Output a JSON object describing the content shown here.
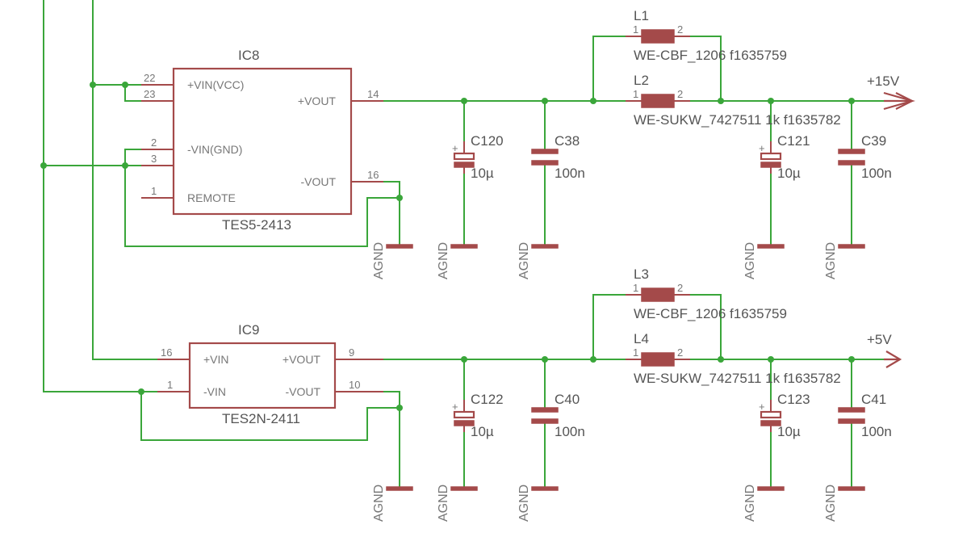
{
  "ic8": {
    "name": "IC8",
    "value": "TES5-2413",
    "pins": [
      {
        "num": "22",
        "label": "+VIN(VCC)"
      },
      {
        "num": "23",
        "label": ""
      },
      {
        "num": "2",
        "label": "-VIN(GND)"
      },
      {
        "num": "3",
        "label": ""
      },
      {
        "num": "1",
        "label": "REMOTE"
      },
      {
        "num": "14",
        "label": "+VOUT"
      },
      {
        "num": "16",
        "label": "-VOUT"
      }
    ]
  },
  "ic9": {
    "name": "IC9",
    "value": "TES2N-2411",
    "pins": [
      {
        "num": "16",
        "label": "+VIN"
      },
      {
        "num": "1",
        "label": "-VIN"
      },
      {
        "num": "9",
        "label": "+VOUT"
      },
      {
        "num": "10",
        "label": "-VOUT"
      }
    ]
  },
  "inductors": [
    {
      "name": "L1",
      "value": "WE-CBF_1206 f1635759",
      "pin1": "1",
      "pin2": "2"
    },
    {
      "name": "L2",
      "value": "WE-SUKW_7427511 1k f1635782",
      "pin1": "1",
      "pin2": "2"
    },
    {
      "name": "L3",
      "value": "WE-CBF_1206 f1635759",
      "pin1": "1",
      "pin2": "2"
    },
    {
      "name": "L4",
      "value": "WE-SUKW_7427511 1k f1635782",
      "pin1": "1",
      "pin2": "2"
    }
  ],
  "capacitors": [
    {
      "name": "C120",
      "value": "10µ",
      "polarized": true
    },
    {
      "name": "C38",
      "value": "100n",
      "polarized": false
    },
    {
      "name": "C121",
      "value": "10µ",
      "polarized": true
    },
    {
      "name": "C39",
      "value": "100n",
      "polarized": false
    },
    {
      "name": "C122",
      "value": "10µ",
      "polarized": true
    },
    {
      "name": "C40",
      "value": "100n",
      "polarized": false
    },
    {
      "name": "C123",
      "value": "10µ",
      "polarized": true
    },
    {
      "name": "C41",
      "value": "100n",
      "polarized": false
    }
  ],
  "supplies": [
    {
      "label": "+15V"
    },
    {
      "label": "+5V"
    }
  ],
  "ground_label": "AGND",
  "polarity_mark": "+",
  "colors": {
    "wire": "#3aa63a",
    "symbol": "#a44a4a",
    "text": "#555555",
    "background": "#ffffff"
  }
}
